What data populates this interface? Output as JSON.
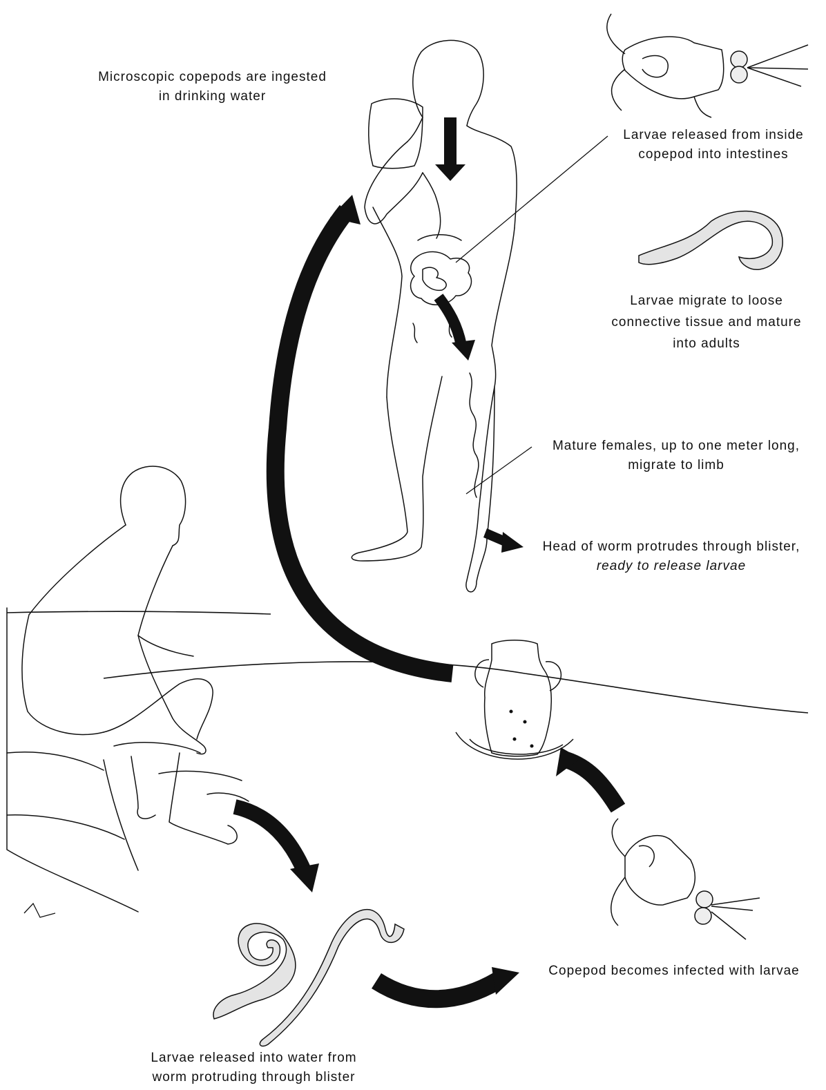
{
  "labels": {
    "ingest": [
      "Microscopic copepods are ingested",
      "in drinking water"
    ],
    "released_intestines": [
      "Larvae released from inside",
      "copepod into intestines"
    ],
    "migrate_tissue": [
      "Larvae migrate to loose",
      "connective tissue and mature",
      "into adults"
    ],
    "females_limb": [
      "Mature females, up to one meter long,",
      "migrate to limb"
    ],
    "head_worm": [
      "Head of worm protrudes through blister,",
      "ready to release larvae"
    ],
    "copepod_infected": "Copepod becomes infected with larvae",
    "larvae_water": [
      "Larvae released into water from",
      "worm protruding through blister"
    ]
  },
  "colors": {
    "ink": "#111111",
    "paper": "#ffffff",
    "stipple": "#e4e4e4"
  }
}
